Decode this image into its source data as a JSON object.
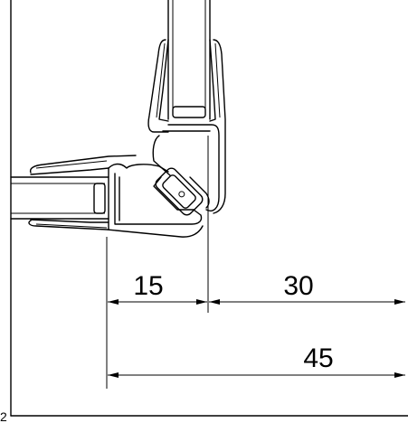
{
  "dimensions": {
    "dim_15": "15",
    "dim_30": "30",
    "dim_45": "45"
  },
  "corner_mark": "2"
}
